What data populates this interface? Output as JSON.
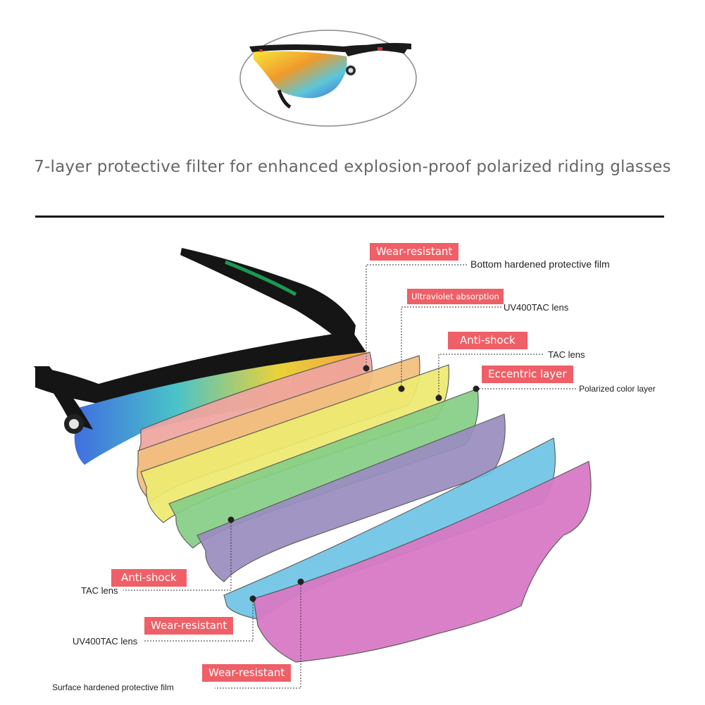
{
  "headline": "7-layer protective filter for enhanced explosion-proof polarized riding glasses",
  "accent_color": "#ef5f67",
  "callouts_right": [
    {
      "tag": "Wear-resistant",
      "desc": "Bottom hardened protective film"
    },
    {
      "tag": "Ultraviolet absorption",
      "desc": "UV400TAC lens"
    },
    {
      "tag": "Anti-shock",
      "desc": "TAC lens"
    },
    {
      "tag": "Eccentric layer",
      "desc": "Polarized color layer"
    }
  ],
  "callouts_left": [
    {
      "tag": "Anti-shock",
      "desc": "TAC lens"
    },
    {
      "tag": "Wear-resistant",
      "desc": "UV400TAC lens"
    },
    {
      "tag": "Wear-resistant",
      "desc": "Surface hardened protective film"
    }
  ],
  "lens_colors": [
    "#f0a4a0",
    "#f3c07c",
    "#eeea70",
    "#86cf86",
    "#9a8dc0",
    "#6fc4e6",
    "#d97ac6"
  ]
}
